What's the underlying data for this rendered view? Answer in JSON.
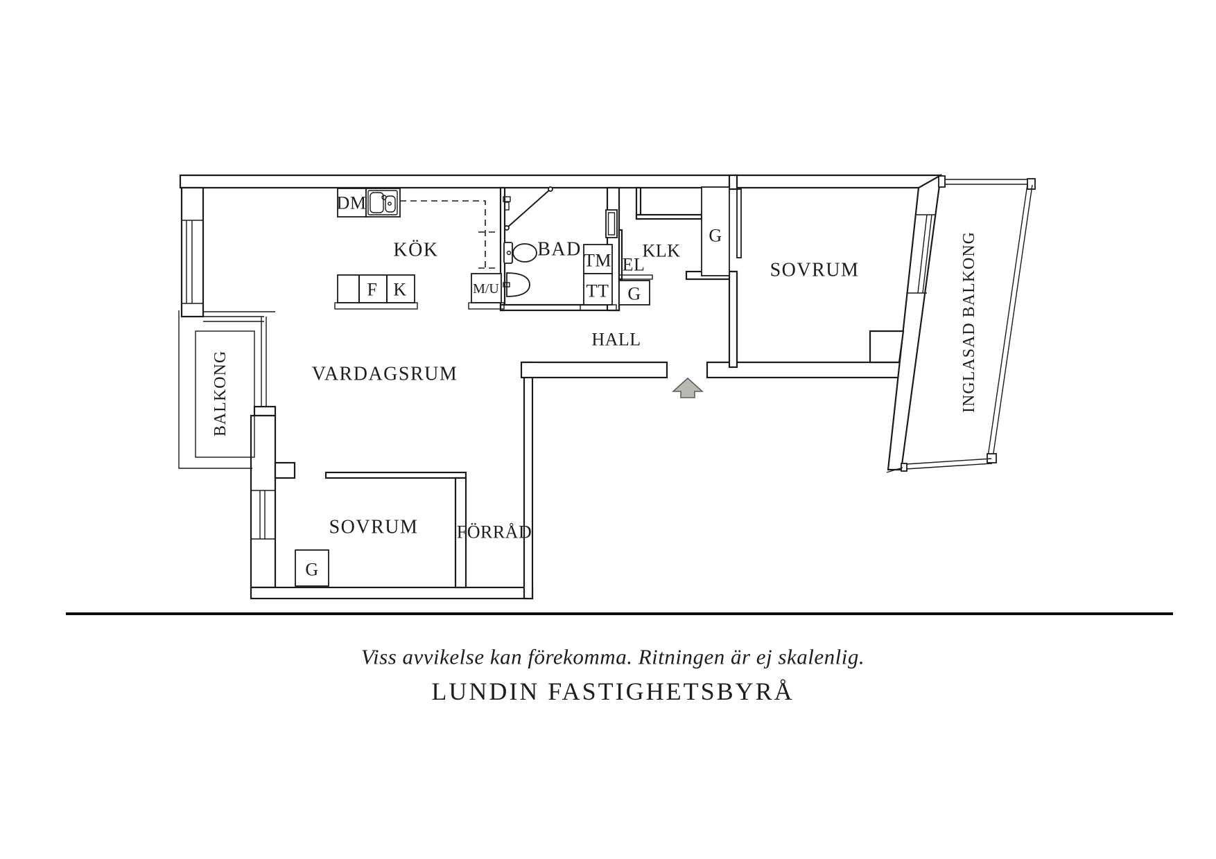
{
  "floorplan": {
    "labels": {
      "kok": "KÖK",
      "vardagsrum": "VARDAGSRUM",
      "bad": "BAD",
      "hall": "HALL",
      "sovrum_master": "SOVRUM",
      "sovrum_second": "SOVRUM",
      "forrad": "FÖRRÅD",
      "klk": "KLK",
      "balkong": "BALKONG",
      "inglasad_balkong": "INGLASAD BALKONG"
    },
    "fixtures": {
      "dm": "DM",
      "f": "F",
      "k": "K",
      "mu": "M/U",
      "tm": "TM",
      "tt": "TT",
      "el": "EL",
      "g_hall": "G",
      "g_bedroom": "G",
      "g_second_bedroom": "G"
    },
    "colors": {
      "line": "#1a1a18",
      "text": "#1d1d1b",
      "arrow_fill": "#b9b9b2",
      "arrow_stroke": "#5f5f59",
      "background": "#ffffff"
    }
  },
  "footer": {
    "disclaimer": "Viss avvikelse kan förekomma. Ritningen är ej skalenlig.",
    "brand": "LUNDIN FASTIGHETSBYRÅ"
  }
}
